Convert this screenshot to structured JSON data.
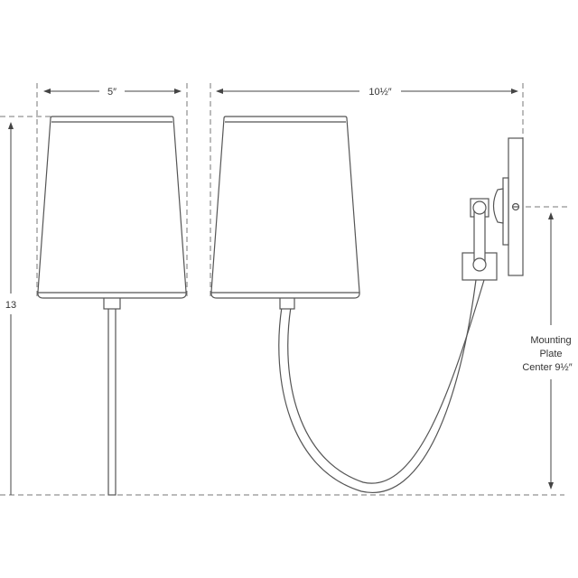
{
  "dimensions": {
    "width_front": "5″",
    "width_side": "10½″",
    "height": "13",
    "mounting_line1": "Mounting",
    "mounting_line2": "Plate",
    "mounting_line3": "Center 9½″"
  },
  "colors": {
    "line": "#555555",
    "background": "#ffffff"
  }
}
